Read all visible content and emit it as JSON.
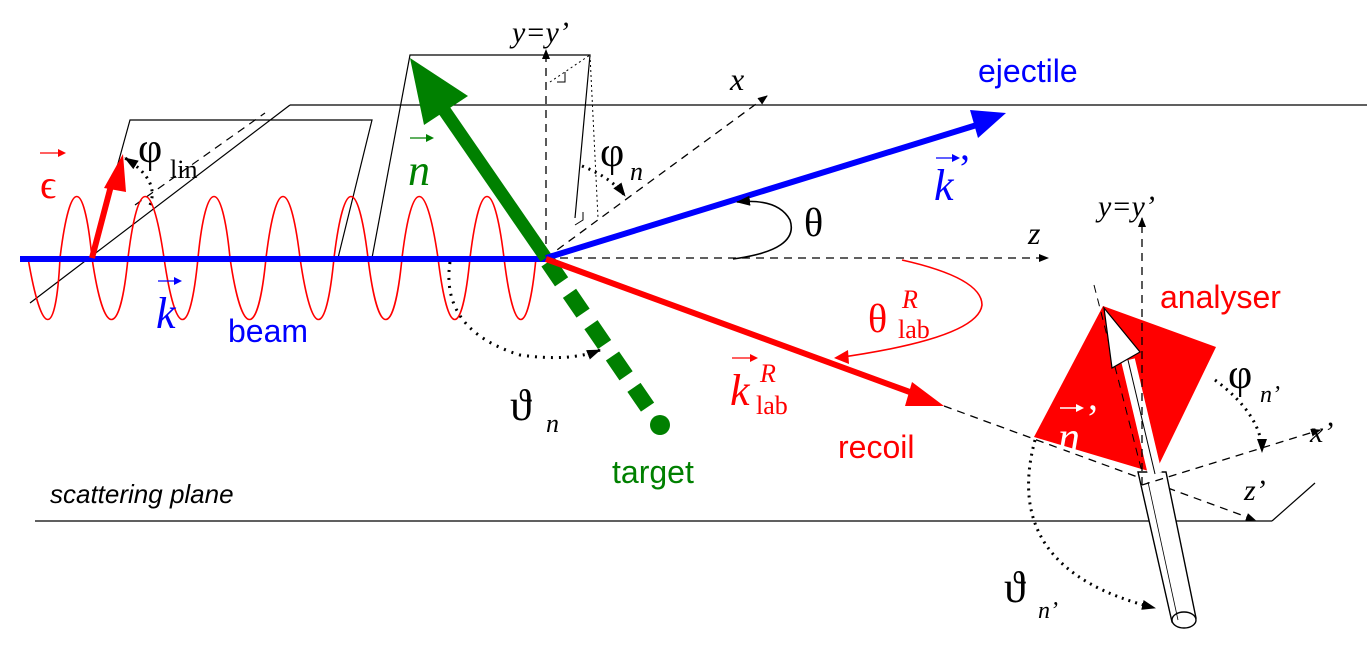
{
  "colors": {
    "beam": "#0000ff",
    "ejectile": "#0000ff",
    "recoil": "#ff0000",
    "target": "#008000",
    "polarization": "#ff0000",
    "normal": "#008000",
    "analyser": "#ff0000",
    "line": "#000000"
  },
  "labels": {
    "scattering_plane": "scattering plane",
    "beam": "beam",
    "ejectile": "ejectile",
    "recoil": "recoil",
    "target": "target",
    "analyser": "analyser"
  },
  "symbols": {
    "epsilon": "ϵ",
    "k": "k",
    "k_prime": "k",
    "prime": "’",
    "n": "n",
    "n_prime": "n",
    "k_lab": "k",
    "lab_sub": "lab",
    "R_sup": "R",
    "phi_lin": "φ",
    "lin_sub": "lin",
    "phi_n": "φ",
    "n_sub": "n",
    "theta": "θ",
    "theta_lab": "θ",
    "vartheta_n": "ϑ",
    "vartheta_n_prime": "ϑ",
    "phi_n_prime": "φ",
    "n_prime_sub": "n’"
  },
  "axes": {
    "x": "x",
    "z": "z",
    "y_eq": "y=y’",
    "y_eq_right": "y=y’",
    "x_prime": "x’",
    "z_prime": "z’"
  }
}
